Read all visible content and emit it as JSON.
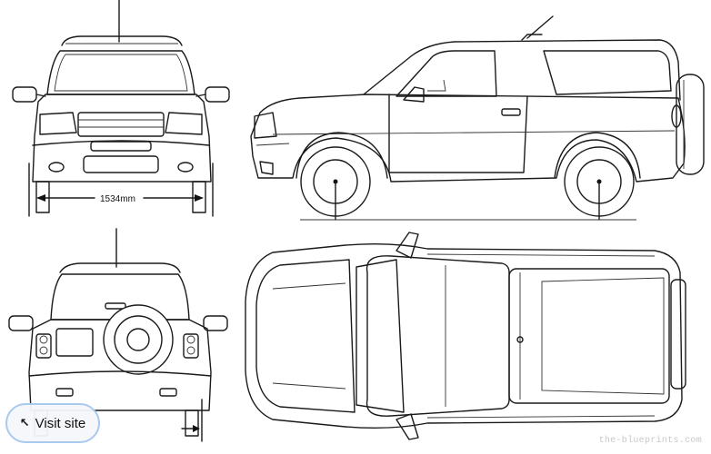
{
  "dimension": {
    "front_track": "1534mm"
  },
  "overlay": {
    "visit_site_label": "Visit site",
    "visit_site_icon": "arrow-up-left-icon"
  },
  "watermark": "the-blueprints.com"
}
